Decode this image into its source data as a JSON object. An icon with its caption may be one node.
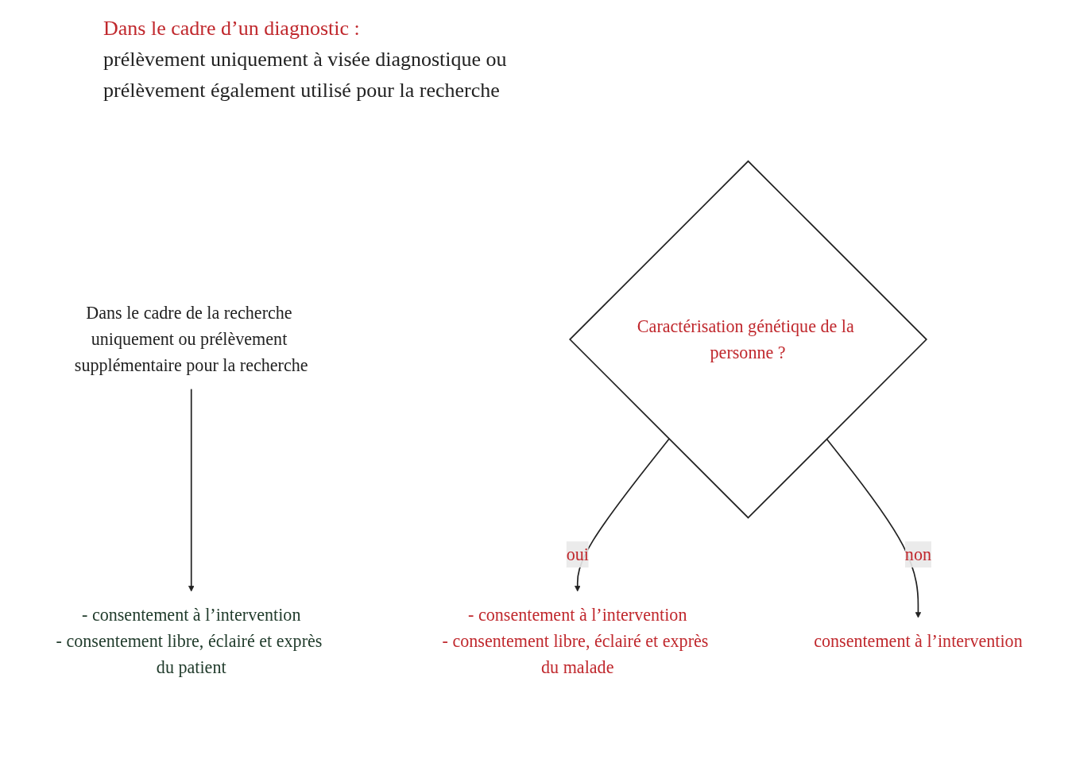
{
  "diagram": {
    "nodes": [
      {
        "text": [
          "Dans le cadre de la recherche uniquement ou prélèvement supplémentaire pour la recherche"
        ]
      },
      {
        "text": [
          "- consentement à l’intervention",
          "- consentement libre, éclairé et exprès du patient"
        ]
      },
      {
        "text": [
          "Caractérisation génétique de la personne ?"
        ]
      },
      {
        "text": [
          "- consentement à l’intervention",
          "- consentement libre, éclairé et exprès du malade"
        ]
      },
      {
        "text": [
          "consentement à l’intervention"
        ]
      }
    ],
    "edges": [
      {
        "from": 0,
        "to": 1,
        "arrow": "to"
      },
      {
        "from": 2,
        "to": 3,
        "arrow": "to",
        "label": "oui"
      },
      {
        "from": 2,
        "to": 4,
        "arrow": "to",
        "label": "non"
      }
    ],
    "labels": [
      "Dans le cadre d’un diagnostic :",
      "prélèvement uniquement à visée diagnostique ou prélèvement également utilisé pour la recherche"
    ]
  }
}
